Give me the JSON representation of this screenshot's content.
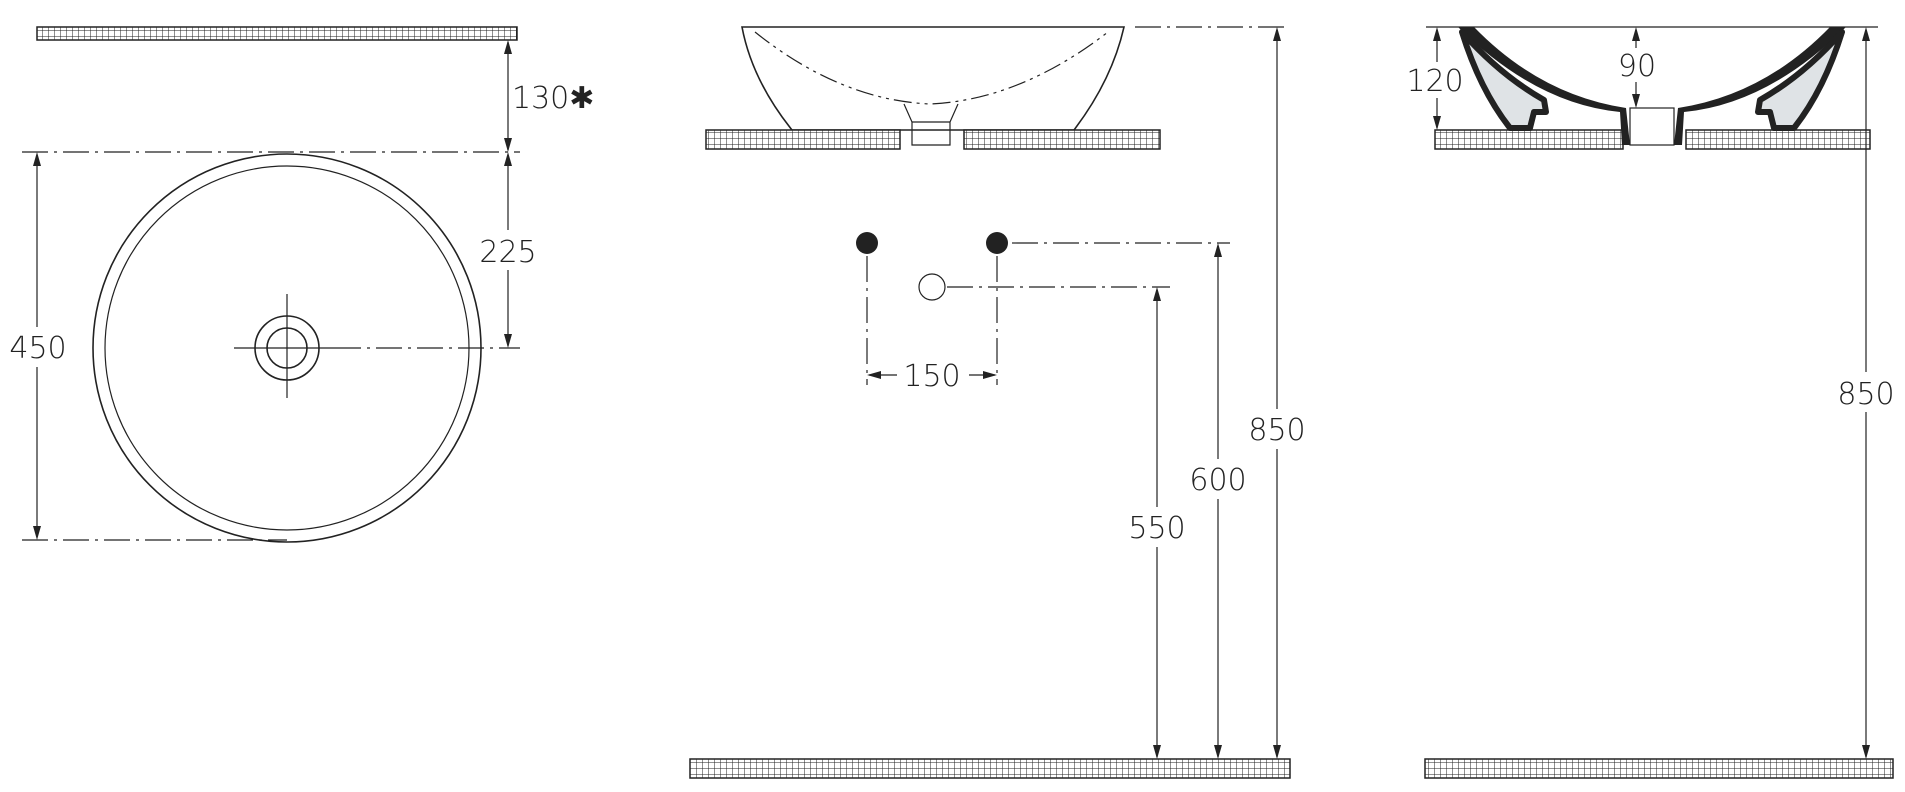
{
  "views": {
    "top": {
      "dims": {
        "setback": "130✱",
        "center_to_wall": "225",
        "diameter": "450"
      }
    },
    "front": {
      "dims": {
        "tap_spacing": "150",
        "waste_height": "550",
        "supply_height": "600",
        "rim_height": "850"
      }
    },
    "section": {
      "dims": {
        "bowl_height": "120",
        "waste_dia": "90",
        "rim_height": "850"
      }
    }
  },
  "colors": {
    "ink": "#222222",
    "section_fill": "#dfe3e6",
    "hatch": "#222222"
  }
}
